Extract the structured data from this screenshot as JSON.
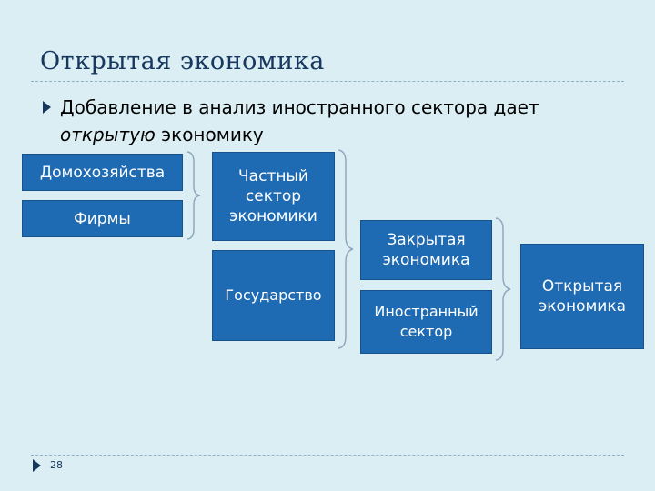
{
  "slide": {
    "title": "Открытая экономика",
    "bullet": {
      "text_before": "Добавление в анализ иностранного сектора дает",
      "italic_word": "открытую",
      "text_after": " экономику"
    },
    "page_number": "28"
  },
  "diagram": {
    "household": "Домохозяйства",
    "firms": "Фирмы",
    "private_sector": "Частный\nсектор\nэкономики",
    "government": "Государство",
    "closed_economy": "Закрытая\nэкономика",
    "foreign_sector": "Иностранный\nсектор",
    "open_economy": "Открытая\nэкономика"
  },
  "colors": {
    "background": "#daeef3",
    "box_fill": "#1f6bb3",
    "title": "#17375e",
    "bracket": "#8fa8bf"
  }
}
